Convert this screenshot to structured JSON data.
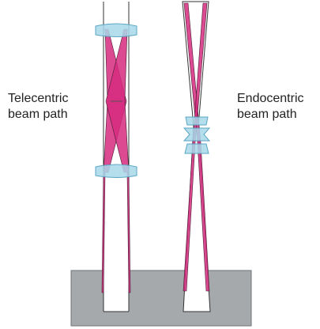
{
  "labels": {
    "telecentric_line1": "Telecentric",
    "telecentric_line2": "beam path",
    "endocentric_line1": "Endocentric",
    "endocentric_line2": "beam path"
  },
  "colors": {
    "beam": "#d62a7e",
    "beam_edge": "#4a1d33",
    "lens": "#a8d8ea",
    "lens_edge": "#5aa6c4",
    "object_block": "#a6a9ab",
    "object_block_edge": "#6f7375",
    "tube_outline": "#333333"
  }
}
